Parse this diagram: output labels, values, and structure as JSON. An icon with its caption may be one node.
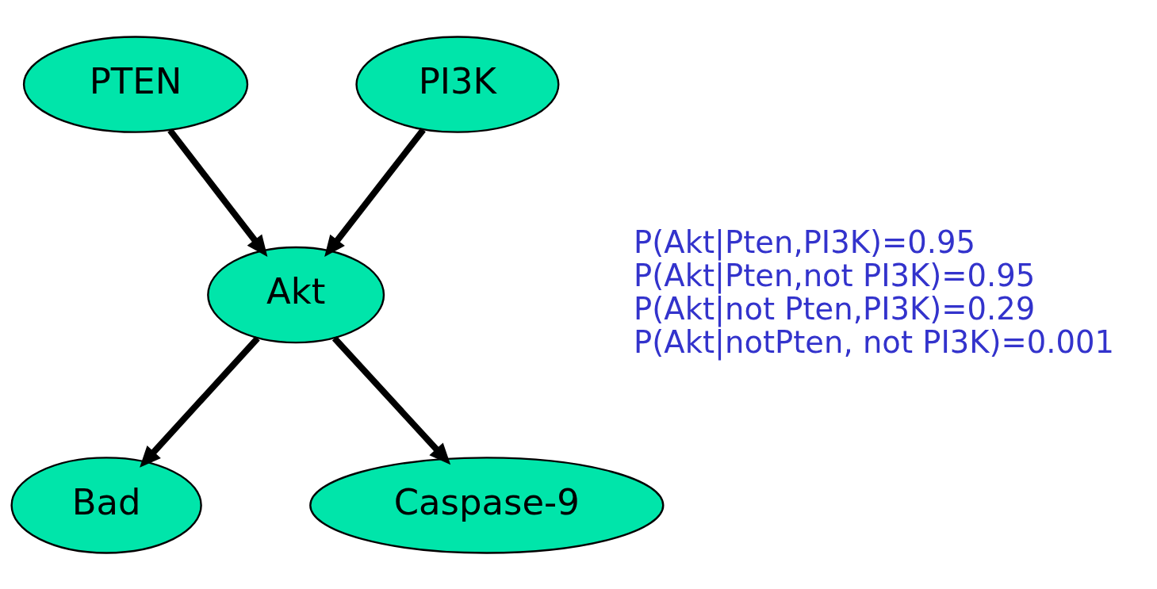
{
  "diagram": {
    "nodes": [
      {
        "text": [
          "PTEN"
        ]
      },
      {
        "text": [
          "PI3K"
        ]
      },
      {
        "text": [
          "Akt"
        ]
      },
      {
        "text": [
          "Bad"
        ]
      },
      {
        "text": [
          "Caspase-9"
        ]
      }
    ],
    "edges": [
      {
        "from": 0,
        "to": 2,
        "arrow": "to"
      },
      {
        "from": 1,
        "to": 2,
        "arrow": "to"
      },
      {
        "from": 2,
        "to": 3,
        "arrow": "to"
      },
      {
        "from": 2,
        "to": 4,
        "arrow": "to"
      }
    ],
    "labels": [
      "P(Akt|Pten,PI3K)=0.95",
      "P(Akt|Pten,not PI3K)=0.95",
      "P(Akt|not Pten,PI3K)=0.29",
      "P(Akt|notPten, not PI3K)=0.001"
    ]
  }
}
